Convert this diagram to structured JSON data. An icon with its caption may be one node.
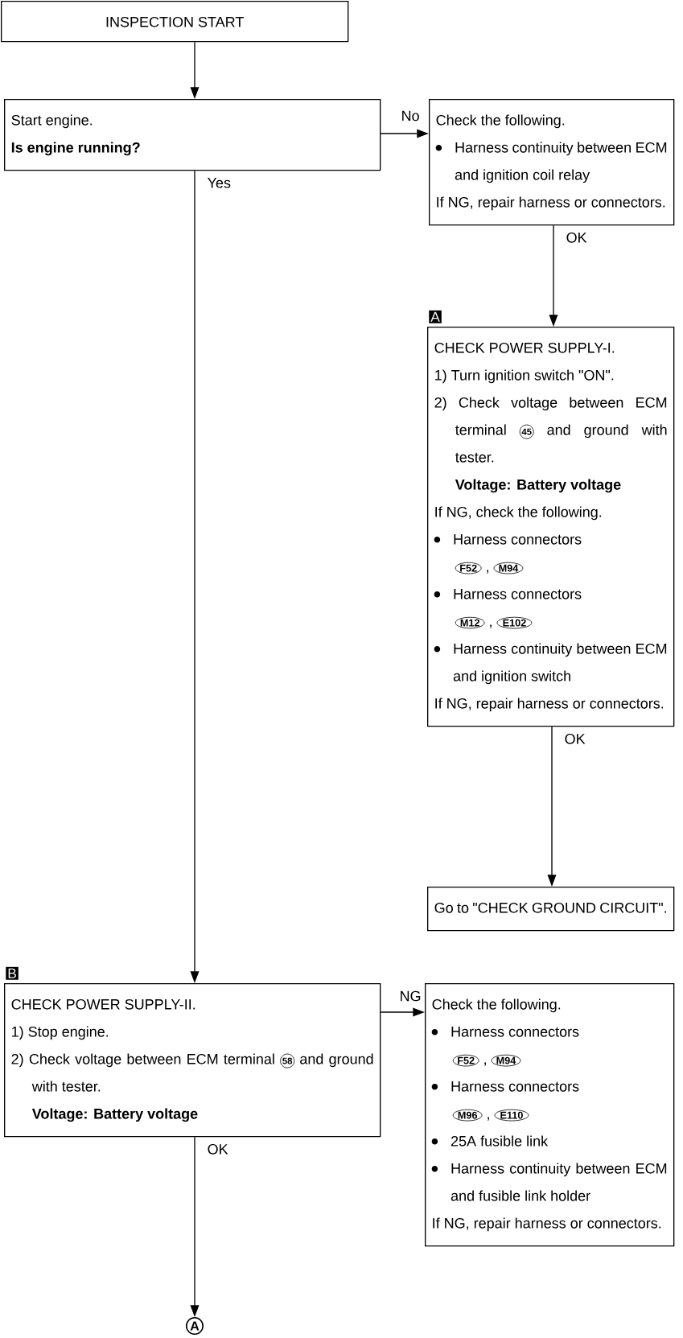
{
  "diagram": {
    "nodes": [
      {
        "text": [
          "INSPECTION START"
        ]
      },
      {
        "text": [
          "Start engine.",
          "Is engine running?"
        ]
      },
      {
        "text": [
          "Check the following.",
          "Harness continuity between ECM and ignition coil relay",
          "If NG, repair harness or connectors."
        ]
      },
      {
        "text": [
          "A",
          "CHECK POWER SUPPLY-I.",
          "1) Turn ignition switch \"ON\".",
          "2) Check voltage between ECM terminal",
          "45",
          "and ground with tester.",
          "Voltage: Battery voltage",
          "If NG, check the following.",
          "Harness connectors",
          "F52",
          ",",
          "M94",
          "Harness connectors",
          "M12",
          ",",
          "E102",
          "Harness continuity between ECM and ignition switch",
          "If NG, repair harness or connectors."
        ]
      },
      {
        "text": [
          "Go to \"CHECK GROUND CIRCUIT\"."
        ]
      },
      {
        "text": [
          "B",
          "CHECK POWER SUPPLY-II.",
          "1) Stop engine.",
          "2) Check voltage between ECM terminal",
          "58",
          "and ground with tester.",
          "Voltage: Battery voltage"
        ]
      },
      {
        "text": [
          "Check the following.",
          "Harness connectors",
          "F52",
          ",",
          "M94",
          "Harness connectors",
          "M96",
          ",",
          "E110",
          "25A fusible link",
          "Harness continuity between ECM and fusible link holder",
          "If NG, repair harness or connectors."
        ]
      },
      {
        "text": [
          "A"
        ]
      }
    ],
    "edges": [
      {
        "from": 0,
        "to": 1,
        "arrow": "to"
      },
      {
        "from": 1,
        "to": 2,
        "arrow": "to",
        "label": "No"
      },
      {
        "from": 1,
        "to": 5,
        "arrow": "to",
        "label": "Yes"
      },
      {
        "from": 2,
        "to": 3,
        "arrow": "to",
        "label": "OK"
      },
      {
        "from": 3,
        "to": 4,
        "arrow": "to",
        "label": "OK"
      },
      {
        "from": 5,
        "to": 6,
        "arrow": "to",
        "label": "NG"
      },
      {
        "from": 5,
        "to": 7,
        "arrow": "to",
        "label": "OK"
      }
    ]
  }
}
